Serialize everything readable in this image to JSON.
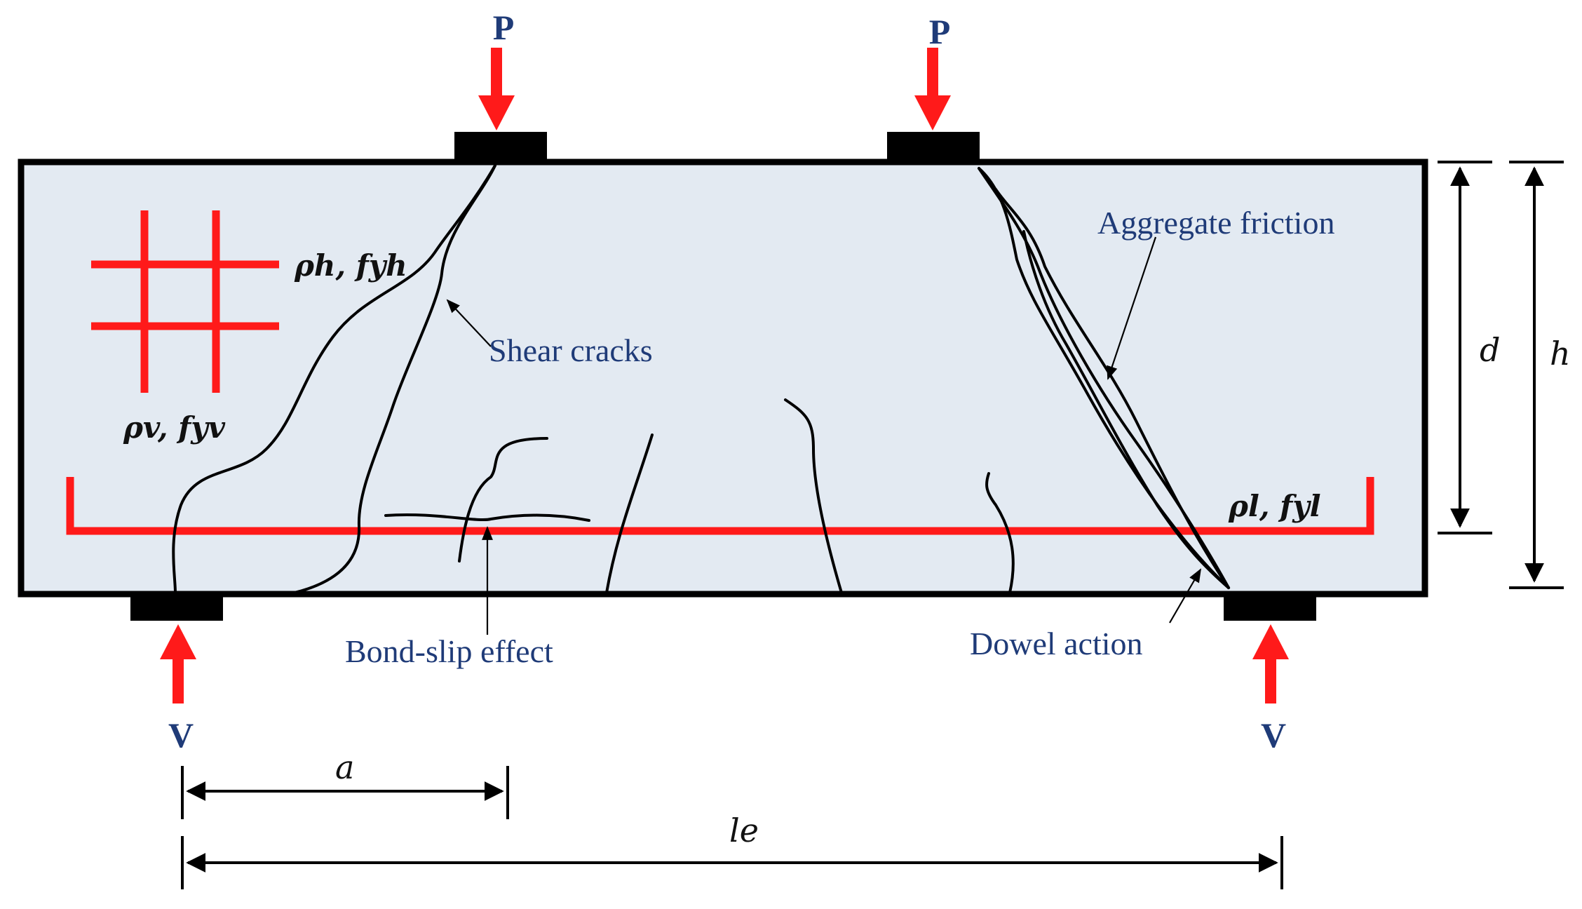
{
  "labels": {
    "load_left": "P",
    "load_right": "P",
    "reaction_left": "V",
    "reaction_right": "V",
    "shear_cracks": "Shear cracks",
    "aggregate_friction": "Aggregate friction",
    "bond_slip": "Bond-slip effect",
    "dowel_action": "Dowel action",
    "rho_h": "ρh, fyh",
    "rho_v": "ρv, fyv",
    "rho_l": "ρl, fyl",
    "dim_d": "d",
    "dim_h": "h",
    "dim_a": "a",
    "dim_le": "le"
  },
  "colors": {
    "beam_fill": "#e3eaf2",
    "reinforcement": "#ff1a1a",
    "arrows": "#ff1a1a",
    "annotation_text": "#1f3b78",
    "outline": "#000000"
  }
}
